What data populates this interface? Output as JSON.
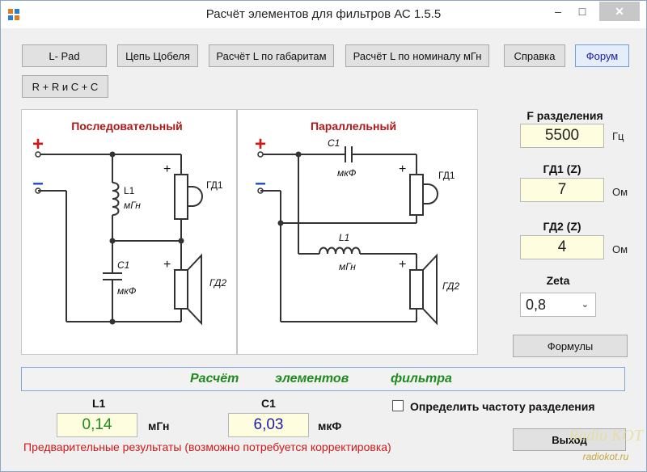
{
  "window": {
    "title": "Расчёт элементов для фильтров АС 1.5.5",
    "controls": {
      "minimize": "–",
      "maximize": "□",
      "close": "✕"
    }
  },
  "toolbar": {
    "lpad": "L- Pad",
    "zobel": "Цепь Цобеля",
    "l_by_size": "Расчёт L по габаритам",
    "l_by_nominal": "Расчёт L по номиналу мГн",
    "help": "Справка",
    "forum": "Форум",
    "rlc": "R + R и C + C"
  },
  "diagram": {
    "series_title": "Последовательный",
    "parallel_title": "Параллельный",
    "plus": "+",
    "minus": "–",
    "series": {
      "l_label": "L1",
      "l_unit": "мГн",
      "c_label": "C1",
      "c_unit": "мкФ",
      "gd1": "ГД1",
      "gd2": "ГД2"
    },
    "parallel": {
      "c_label": "C1",
      "c_unit": "мкФ",
      "l_label": "L1",
      "l_unit": "мГн",
      "gd1": "ГД1",
      "gd2": "ГД2"
    }
  },
  "inputs": {
    "freq": {
      "label": "F разделения",
      "value": "5500",
      "unit": "Гц"
    },
    "gd1": {
      "label": "ГД1 (Z)",
      "value": "7",
      "unit": "Ом"
    },
    "gd2": {
      "label": "ГД2 (Z)",
      "value": "4",
      "unit": "Ом"
    },
    "zeta": {
      "label": "Zeta",
      "value": "0,8"
    }
  },
  "formulas_button": "Формулы",
  "banner": {
    "w1": "Расчёт",
    "w2": "элементов",
    "w3": "фильтра"
  },
  "results": {
    "l1": {
      "label": "L1",
      "value": "0,14",
      "unit": "мГн",
      "color": "#1f8a1f"
    },
    "c1": {
      "label": "C1",
      "value": "6,03",
      "unit": "мкФ",
      "color": "#1a1ab0"
    }
  },
  "checkbox_label": "Определить частоту разделения",
  "warning": "Предварительные результаты (возможно потребуется корректировка)",
  "exit_button": "Выход",
  "watermark": {
    "line1": "Radio KOT",
    "line2": "radiokot.ru"
  },
  "colors": {
    "plus": "#d01818",
    "minus": "#1a4fc0",
    "result_green": "#1f8a1f",
    "result_blue": "#1a1ab0"
  }
}
